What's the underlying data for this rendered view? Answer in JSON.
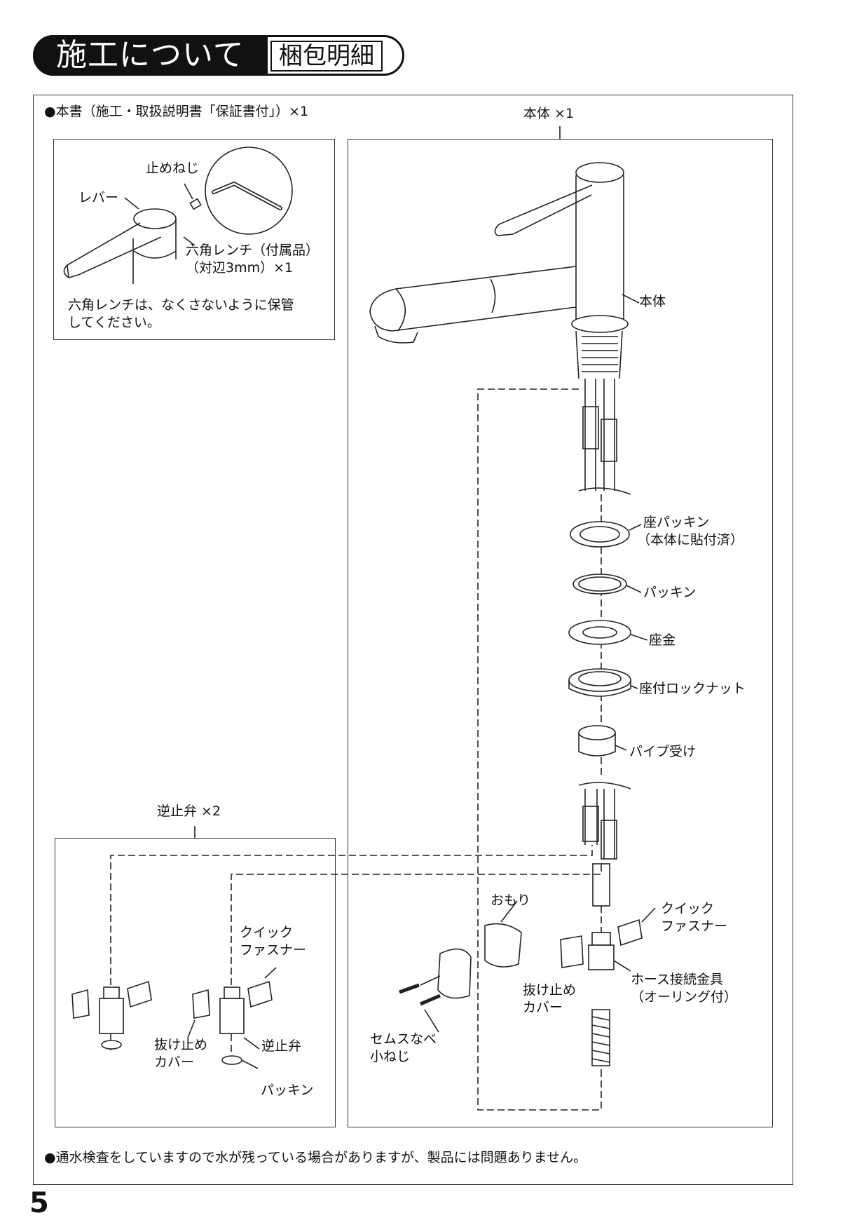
{
  "header": {
    "title": "施工について",
    "subtitle": "梱包明細"
  },
  "notes": {
    "manual": "●本書（施工・取扱説明書「保証書付」）×1",
    "water_test": "●通水検査をしていますので水が残っている場合がありますが、製品には問題ありません。"
  },
  "lever_box": {
    "set_screw": "止めねじ",
    "lever": "レバー",
    "hex_wrench_1": "六角レンチ（付属品）",
    "hex_wrench_2": "（対辺3mm）×1",
    "warning_1": "六角レンチは、なくさないように保管",
    "warning_2": "してください。"
  },
  "main_body": {
    "heading": "本体 ×1",
    "body": "本体",
    "seat_packing_1": "座パッキン",
    "seat_packing_2": "（本体に貼付済）",
    "packing": "パッキン",
    "washer": "座金",
    "lock_nut": "座付ロックナット",
    "pipe_receiver": "パイプ受け",
    "weight": "おもり",
    "quick_fastener_1": "クイック",
    "quick_fastener_2": "ファスナー",
    "hose_fitting_1": "ホース接続金具",
    "hose_fitting_2": "（オーリング付）",
    "slip_cover_1": "抜け止め",
    "slip_cover_2": "カバー",
    "screw_1": "セムスなべ",
    "screw_2": "小ねじ"
  },
  "check_valve": {
    "heading": "逆止弁 ×2",
    "quick_fastener_1": "クイック",
    "quick_fastener_2": "ファスナー",
    "slip_cover_1": "抜け止め",
    "slip_cover_2": "カバー",
    "valve": "逆止弁",
    "packing": "パッキン"
  },
  "page_number": "5"
}
